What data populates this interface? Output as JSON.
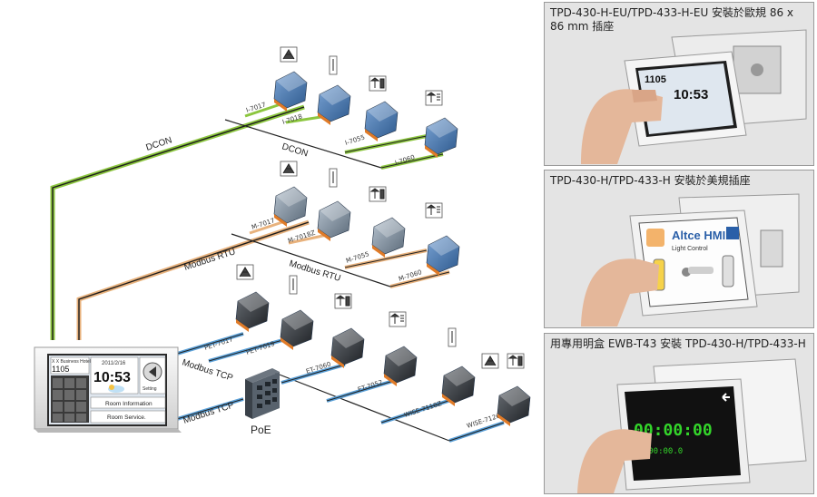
{
  "buses": {
    "dcon_1": "DCON",
    "dcon_2": "DCON",
    "modbus_rtu_1": "Modbus RTU",
    "modbus_rtu_2": "Modbus RTU",
    "modbus_tcp_1": "Modbus TCP",
    "modbus_tcp_2": "Modbus TCP",
    "poe": "PoE"
  },
  "modules": {
    "dcon": [
      "I-7017",
      "I-7018",
      "I-7055",
      "I-7060"
    ],
    "rtu": [
      "M-7017",
      "M-7018Z",
      "M-7055",
      "M-7060"
    ],
    "tcp": [
      "PET-7017",
      "PET-7019",
      "ET-7060",
      "ET-7052",
      "WISE-7118Z",
      "WISE-7126"
    ]
  },
  "hmi": {
    "hotel_name": "X X Business Hotel",
    "room": "1105",
    "date": "2011/2/16",
    "time": "10:53",
    "setting": "Setting",
    "room_info": "Room Information",
    "room_service": "Room Service."
  },
  "panels": [
    {
      "caption": "TPD-430-H-EU/TPD-433-H-EU 安裝於歐規 86 x 86 mm 插座"
    },
    {
      "caption": "TPD-430-H/TPD-433-H 安裝於美規插座",
      "screen_title": "Altce HMI",
      "screen_subtitle": "Light Control"
    },
    {
      "caption": "用專用明盒 EWB-T43 安裝 TPD-430-H/TPD-433-H",
      "clock": "00:00:00",
      "sub_clock": "00:00:00.0"
    }
  ],
  "colors": {
    "dcon_bus": "#8cc63f",
    "rtu_bus": "#e8b27d",
    "tcp_bus": "#5aa0d8",
    "module_blue": "#3d6fa8",
    "module_orange": "#e07b28"
  },
  "icons": [
    "weather-sensor-icon",
    "thermometer-icon",
    "lamp-speaker-icon",
    "lamp-document-icon"
  ]
}
